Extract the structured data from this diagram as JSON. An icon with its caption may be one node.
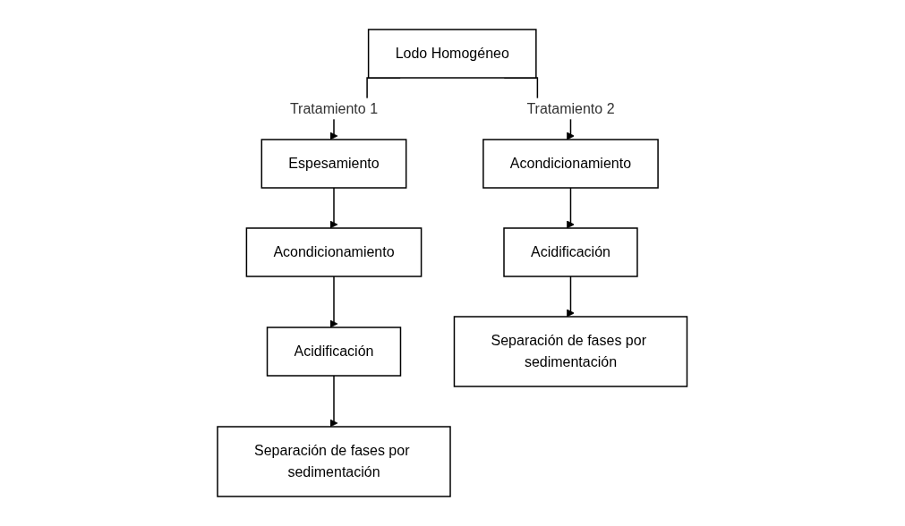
{
  "diagram": {
    "nodes": [
      {
        "text": [
          "Lodo Homogéneo"
        ]
      },
      {
        "text": [
          "Espesamiento"
        ]
      },
      {
        "text": [
          "Acondicionamiento"
        ]
      },
      {
        "text": [
          "Acidificación"
        ]
      },
      {
        "text": [
          "Separación de fases por sedimentación"
        ]
      },
      {
        "text": [
          "Acondicionamiento"
        ]
      },
      {
        "text": [
          "Acidificación"
        ]
      },
      {
        "text": [
          "Separación de fases por sedimentación"
        ]
      }
    ],
    "edges": [
      {
        "from": 0,
        "to": 1,
        "arrow": "to",
        "label": "Tratamiento 1"
      },
      {
        "from": 1,
        "to": 2,
        "arrow": "to"
      },
      {
        "from": 2,
        "to": 3,
        "arrow": "to"
      },
      {
        "from": 3,
        "to": 4,
        "arrow": "to"
      },
      {
        "from": 0,
        "to": 5,
        "arrow": "to",
        "label": "Tratamiento 2"
      },
      {
        "from": 5,
        "to": 6,
        "arrow": "to"
      },
      {
        "from": 6,
        "to": 7,
        "arrow": "to"
      }
    ]
  }
}
